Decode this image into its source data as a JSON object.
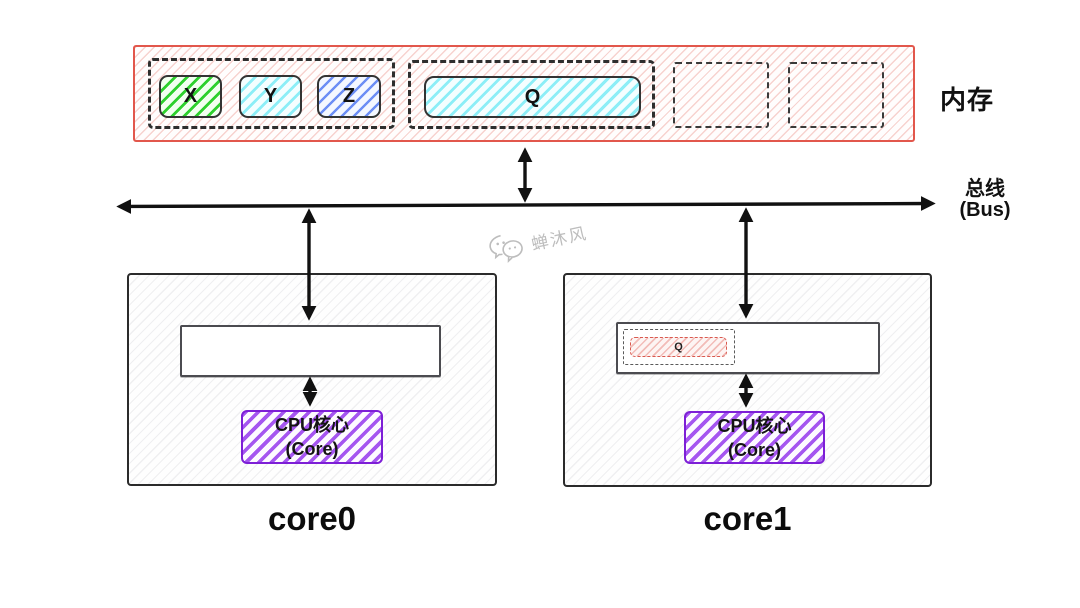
{
  "memory": {
    "label": "内存",
    "cells": {
      "x": "X",
      "y": "Y",
      "z": "Z",
      "q": "Q"
    }
  },
  "bus": {
    "label": "总线",
    "sublabel": "(Bus)"
  },
  "core0": {
    "caption": "core0",
    "cpu": {
      "line1": "CPU核心",
      "line2": "(Core)"
    }
  },
  "core1": {
    "caption": "core1",
    "cpu": {
      "line1": "CPU核心",
      "line2": "(Core)"
    },
    "cache_cell": "Q"
  },
  "watermark": {
    "text": "蝉沐风"
  },
  "colors": {
    "memory_border": "#e2574c",
    "memory_hatch": "#e47064",
    "cell_x_green": "#2ed02e",
    "cell_y_cyan": "#8deef7",
    "cell_z_blue": "#6d8ef5",
    "cell_q_cyan": "#8deef7",
    "cpu_purple": "#7d1fd6",
    "cpu_hatch": "#a556f0",
    "cache_q_red": "#d9594f",
    "arrow": "#111111"
  }
}
